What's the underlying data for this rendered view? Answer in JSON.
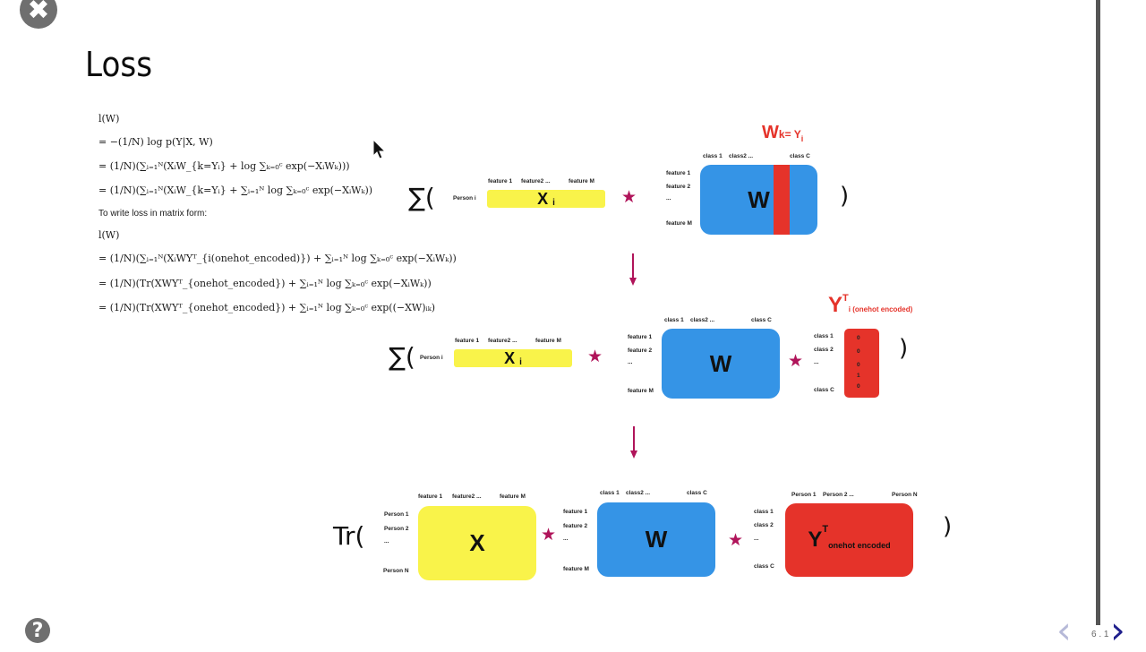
{
  "slide": {
    "title": "Loss",
    "page_number": "6 . 1"
  },
  "equations": {
    "l1": "l(W)",
    "l2": "= −(1/N) log p(Y|X, W)",
    "l3": "= (1/N)(∑ᵢ₌₁ᴺ(XᵢW_{k=Yᵢ} + log ∑ₖ₌₀ᶜ exp(−XᵢWₖ)))",
    "l4": "= (1/N)(∑ᵢ₌₁ᴺ(XᵢW_{k=Yᵢ} + ∑ᵢ₌₁ᴺ log ∑ₖ₌₀ᶜ exp(−XᵢWₖ))",
    "note": "To write loss in matrix form:",
    "l5": "l(W)",
    "l6": "= (1/N)(∑ᵢ₌₁ᴺ(XᵢWYᵀ_{i(onehot_encoded)}) + ∑ᵢ₌₁ᴺ log ∑ₖ₌₀ᶜ exp(−XᵢWₖ))",
    "l7": "= (1/N)(Tr(XWYᵀ_{onehot_encoded}) + ∑ᵢ₌₁ᴺ log ∑ₖ₌₀ᶜ exp(−XᵢWₖ))",
    "l8": "= (1/N)(Tr(XWYᵀ_{onehot_encoded}) + ∑ᵢ₌₁ᴺ log ∑ₖ₌₀ᶜ exp((−XW)ᵢₖ)"
  },
  "row1": {
    "sum": "∑(",
    "person": "Person  i",
    "feature_1": "feature 1",
    "feature_2": "feature2  ...",
    "feature_m": "feature M",
    "x_label": "X",
    "x_sub": "i",
    "class_1": "class 1",
    "class_2": "class2  ...",
    "class_c": "class C",
    "w_feat_1": "feature  1",
    "w_feat_2": "feature  2",
    "w_dots": "...",
    "w_feat_m": "feature  M",
    "w_label": "W",
    "wk_main": "W",
    "wk_sub": "k= Y",
    "wk_subsub": "i",
    "close": ")"
  },
  "row2": {
    "sum": "∑(",
    "person": "Person  i",
    "feature_1": "feature 1",
    "feature_2": "feature2  ...",
    "feature_m": "feature M",
    "x_label": "X",
    "x_sub": "i",
    "class_1": "class 1",
    "class_2": "class2  ...",
    "class_c": "class C",
    "w_feat_1": "feature  1",
    "w_feat_2": "feature  2",
    "w_dots": "...",
    "w_feat_m": "feature  M",
    "w_label": "W",
    "y_main": "Y",
    "y_sup": "T",
    "y_sub": "i (onehot encoded)",
    "y_class_1": "class  1",
    "y_class_2": "class  2",
    "y_dots": "...",
    "y_class_c": "class C",
    "onehot_values": [
      "0",
      "0",
      "0",
      "1",
      "0"
    ],
    "close": ")"
  },
  "row3": {
    "tr": "Tr(",
    "feature_1": "feature 1",
    "feature_2": "feature2  ...",
    "feature_m": "feature M",
    "person_1": "Person  1",
    "person_2": "Person  2",
    "person_dots": "...",
    "person_n": "Person  N",
    "x_label": "X",
    "class_1": "class 1",
    "class_2": "class2  ...",
    "class_c": "class C",
    "w_feat_1": "feature  1",
    "w_feat_2": "feature  2",
    "w_dots": "...",
    "w_feat_m": "feature  M",
    "w_label": "W",
    "y_person_1": "Person 1",
    "y_person_2": "Person 2  ...",
    "y_person_n": "Person N",
    "y_class_1": "class 1",
    "y_class_2": "class 2",
    "y_dots": "...",
    "y_class_c": "class C",
    "y_main": "Y",
    "y_sup": "T",
    "y_sub": "onehot encoded",
    "close": ")"
  },
  "icons": {
    "star": "★",
    "close": "✖",
    "help": "?",
    "prev": "‹",
    "next": "›"
  },
  "colors": {
    "yellow": "#f9f34a",
    "blue": "#3594e6",
    "red": "#e5332a",
    "star": "#b0145a"
  }
}
